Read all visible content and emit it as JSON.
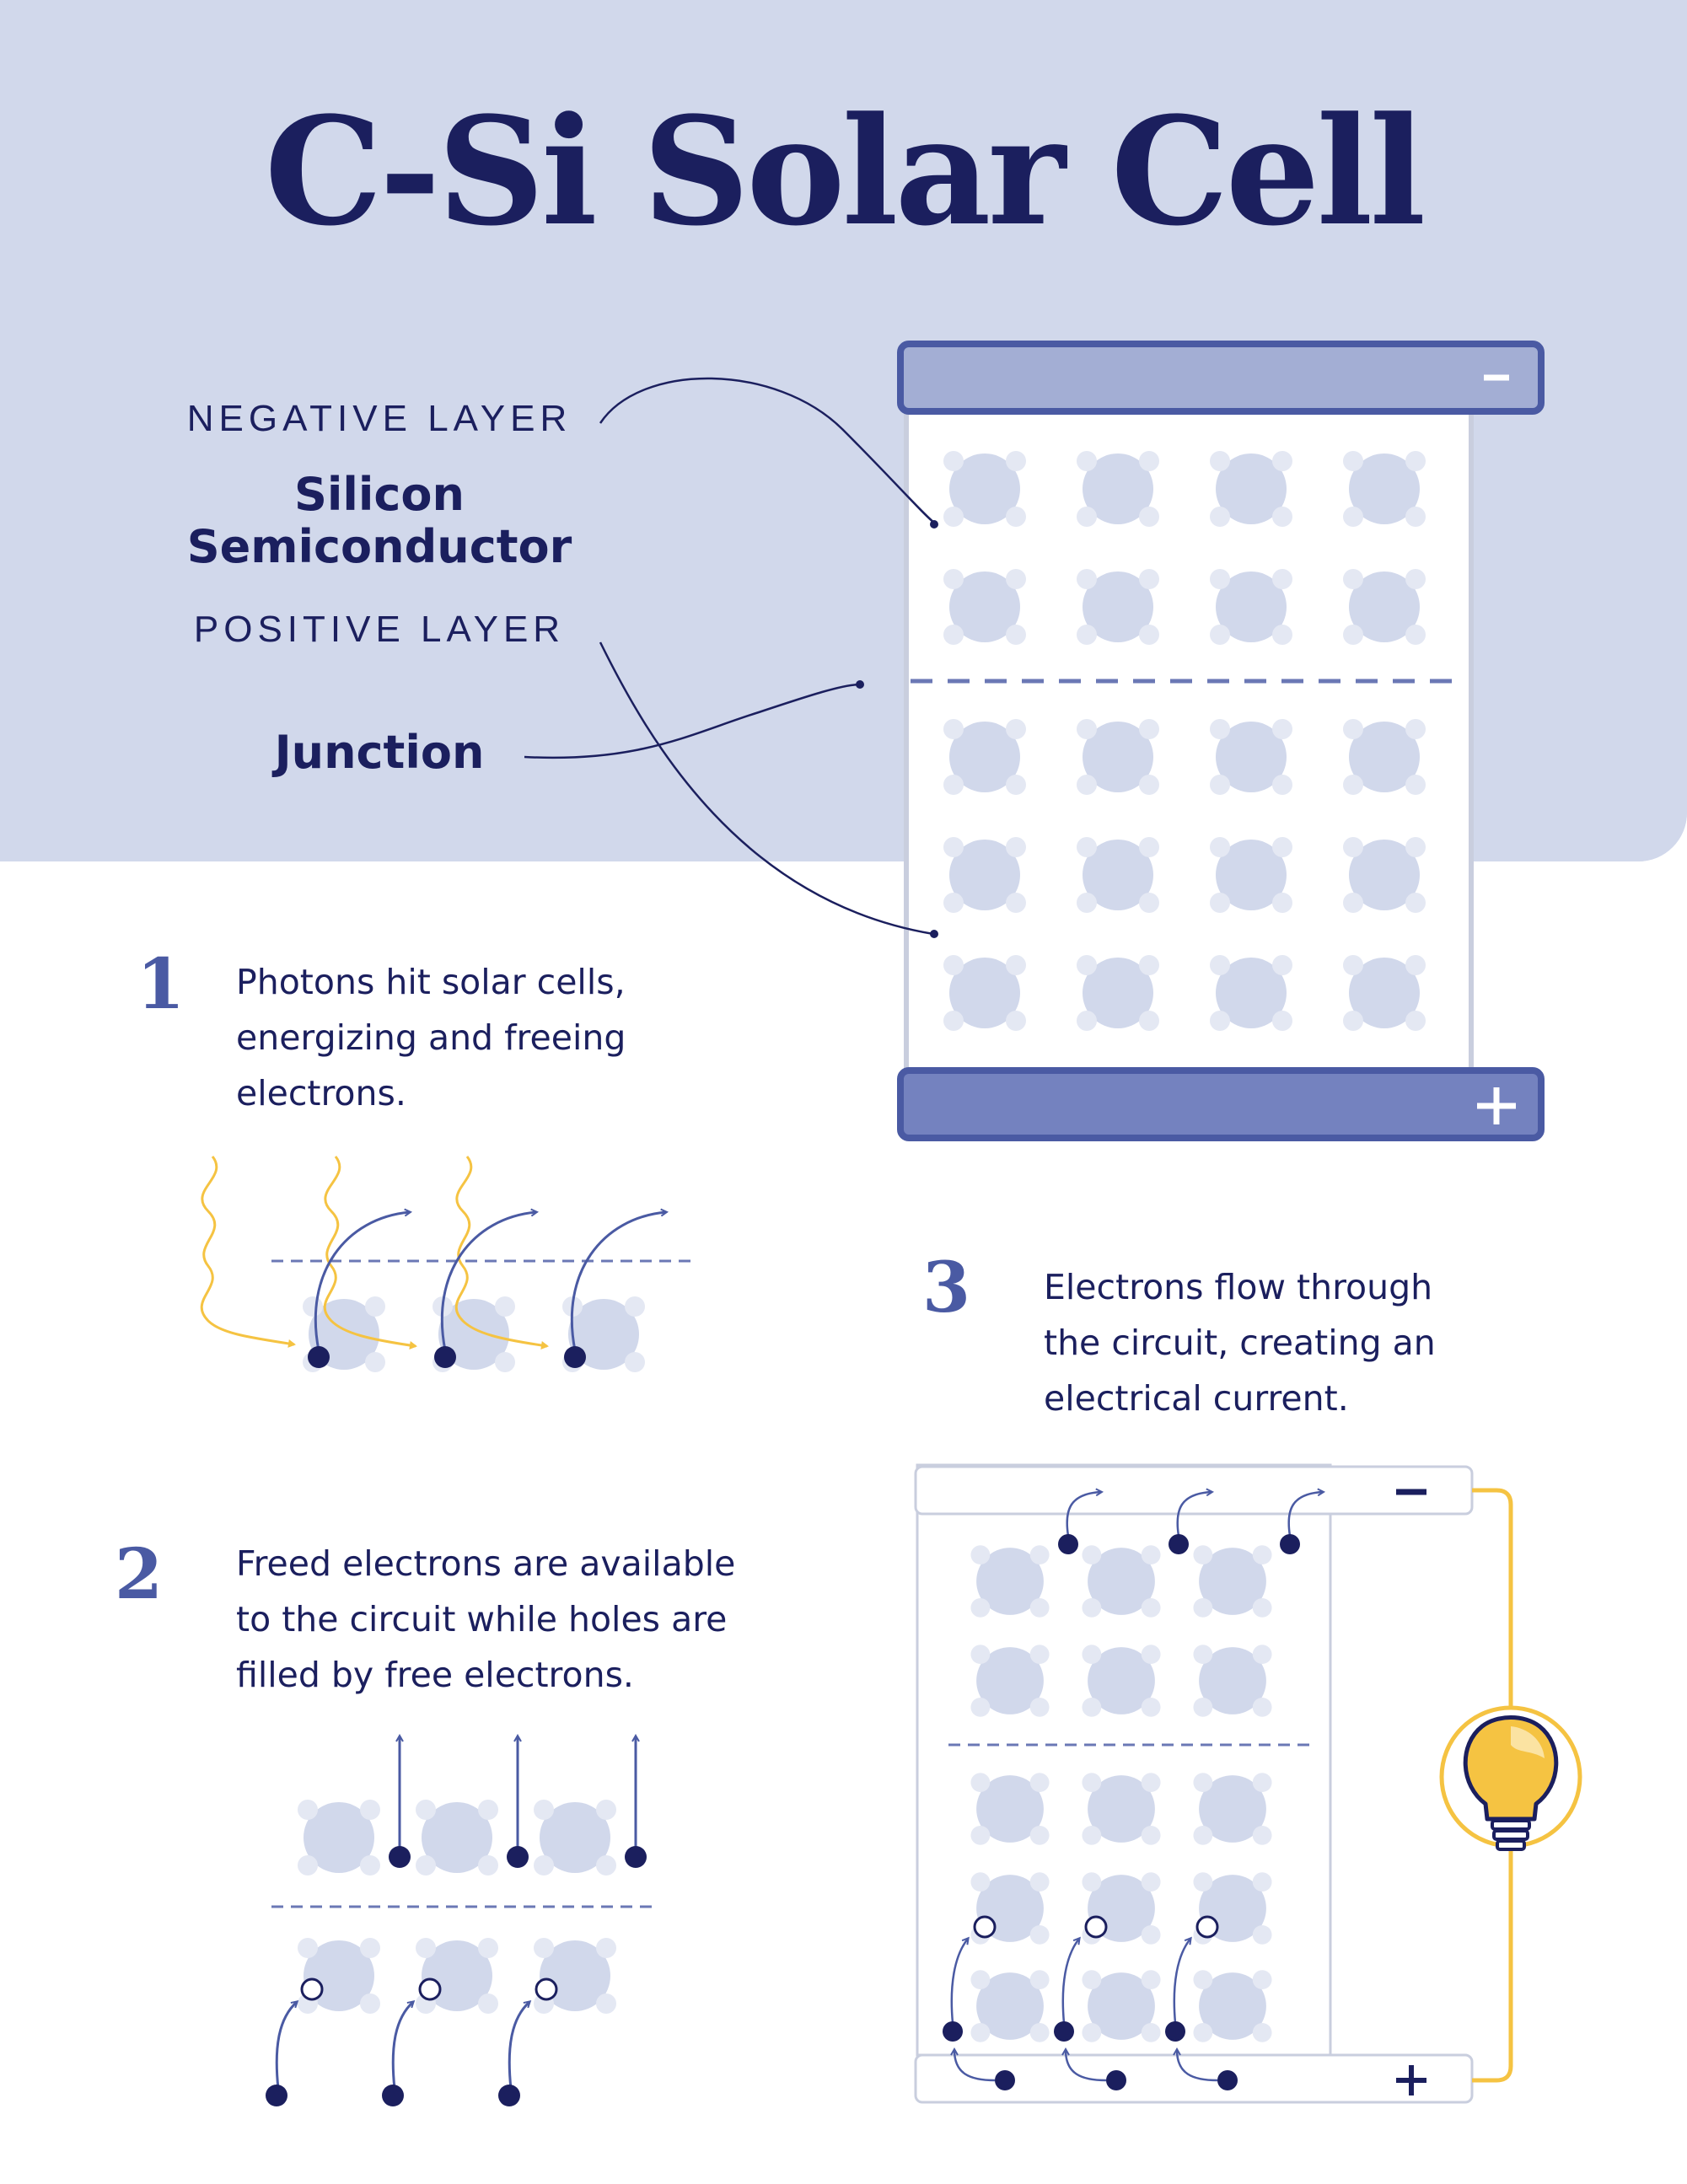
{
  "title": "C-Si Solar Cell",
  "labels": {
    "negative_layer": "NEGATIVE LAYER",
    "semiconductor_line1": "Silicon",
    "semiconductor_line2": "Semiconductor",
    "positive_layer": "POSITIVE LAYER",
    "junction": "Junction"
  },
  "terminals": {
    "negative": "−",
    "positive": "+"
  },
  "steps": [
    {
      "number": "1",
      "lines": [
        "Photons hit solar cells,",
        "energizing and freeing",
        "electrons."
      ]
    },
    {
      "number": "2",
      "lines": [
        "Freed electrons are available",
        "to the circuit while holes are",
        "filled by free electrons."
      ]
    },
    {
      "number": "3",
      "lines": [
        "Electrons flow through",
        "the circuit, creating an",
        "electrical current."
      ]
    }
  ],
  "colors": {
    "navy": "#1b1f5e",
    "bar_blue": "#4a5aa3",
    "atom": "#d1d8eb",
    "photon": "#f5c342",
    "bulb": "#f5c342"
  },
  "icons": [
    "light-bulb-icon",
    "photon-wave-icon",
    "electron-dot-icon",
    "hole-circle-icon"
  ]
}
